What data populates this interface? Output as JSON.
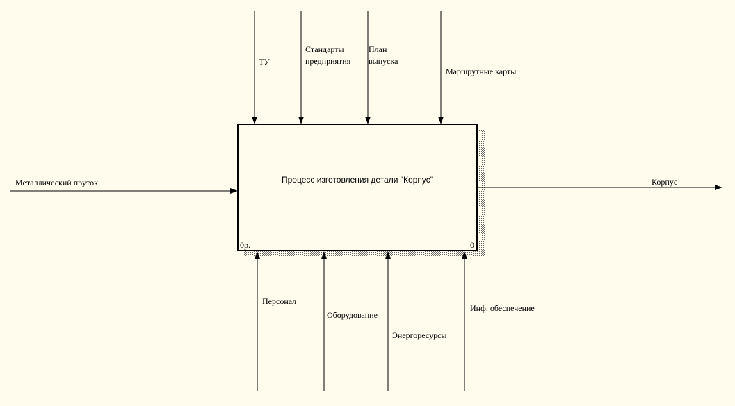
{
  "process": {
    "title": "Процесс изготовления детали \"Корпус\"",
    "cost": "0р.",
    "node_number": "0"
  },
  "controls": [
    "ТУ",
    "Стандарты\nпредприятия",
    "План\nвыпуска",
    "Маршрутные карты"
  ],
  "input": "Металлический пруток",
  "output": "Корпус",
  "mechanisms": [
    "Персонал",
    "Оборудование",
    "Энергоресурсы",
    "Инф. обеспечение"
  ]
}
